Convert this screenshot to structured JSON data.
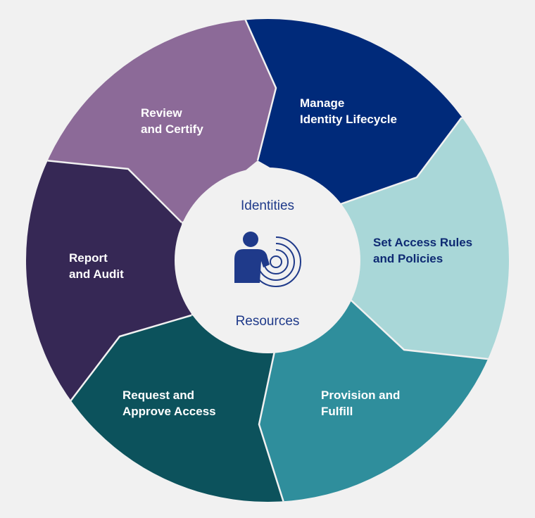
{
  "diagram": {
    "center": {
      "top_label": "Identities",
      "bottom_label": "Resources",
      "icon": "person-with-radar-rings-icon"
    },
    "segments": [
      {
        "id": "manage",
        "lines": [
          "Manage",
          "Identity Lifecycle"
        ],
        "color": "#002a7a",
        "text_color": "#ffffff"
      },
      {
        "id": "set-access",
        "lines": [
          "Set Access Rules",
          "and Policies"
        ],
        "color": "#a9d7d8",
        "text_color": "#0e2a73"
      },
      {
        "id": "provision",
        "lines": [
          "Provision and",
          "Fulfill"
        ],
        "color": "#2f8e9c",
        "text_color": "#ffffff"
      },
      {
        "id": "request",
        "lines": [
          "Request and",
          "Approve Access"
        ],
        "color": "#0c525c",
        "text_color": "#ffffff"
      },
      {
        "id": "report",
        "lines": [
          "Report",
          "and Audit"
        ],
        "color": "#362855",
        "text_color": "#ffffff"
      },
      {
        "id": "review",
        "lines": [
          "Review",
          "and Certify"
        ],
        "color": "#8c6a98",
        "text_color": "#ffffff"
      }
    ],
    "colors": {
      "background": "#f1f1f1",
      "hub": "#f1f1f1",
      "hub_text": "#1f3a8a",
      "icon": "#1f3a8a"
    }
  }
}
